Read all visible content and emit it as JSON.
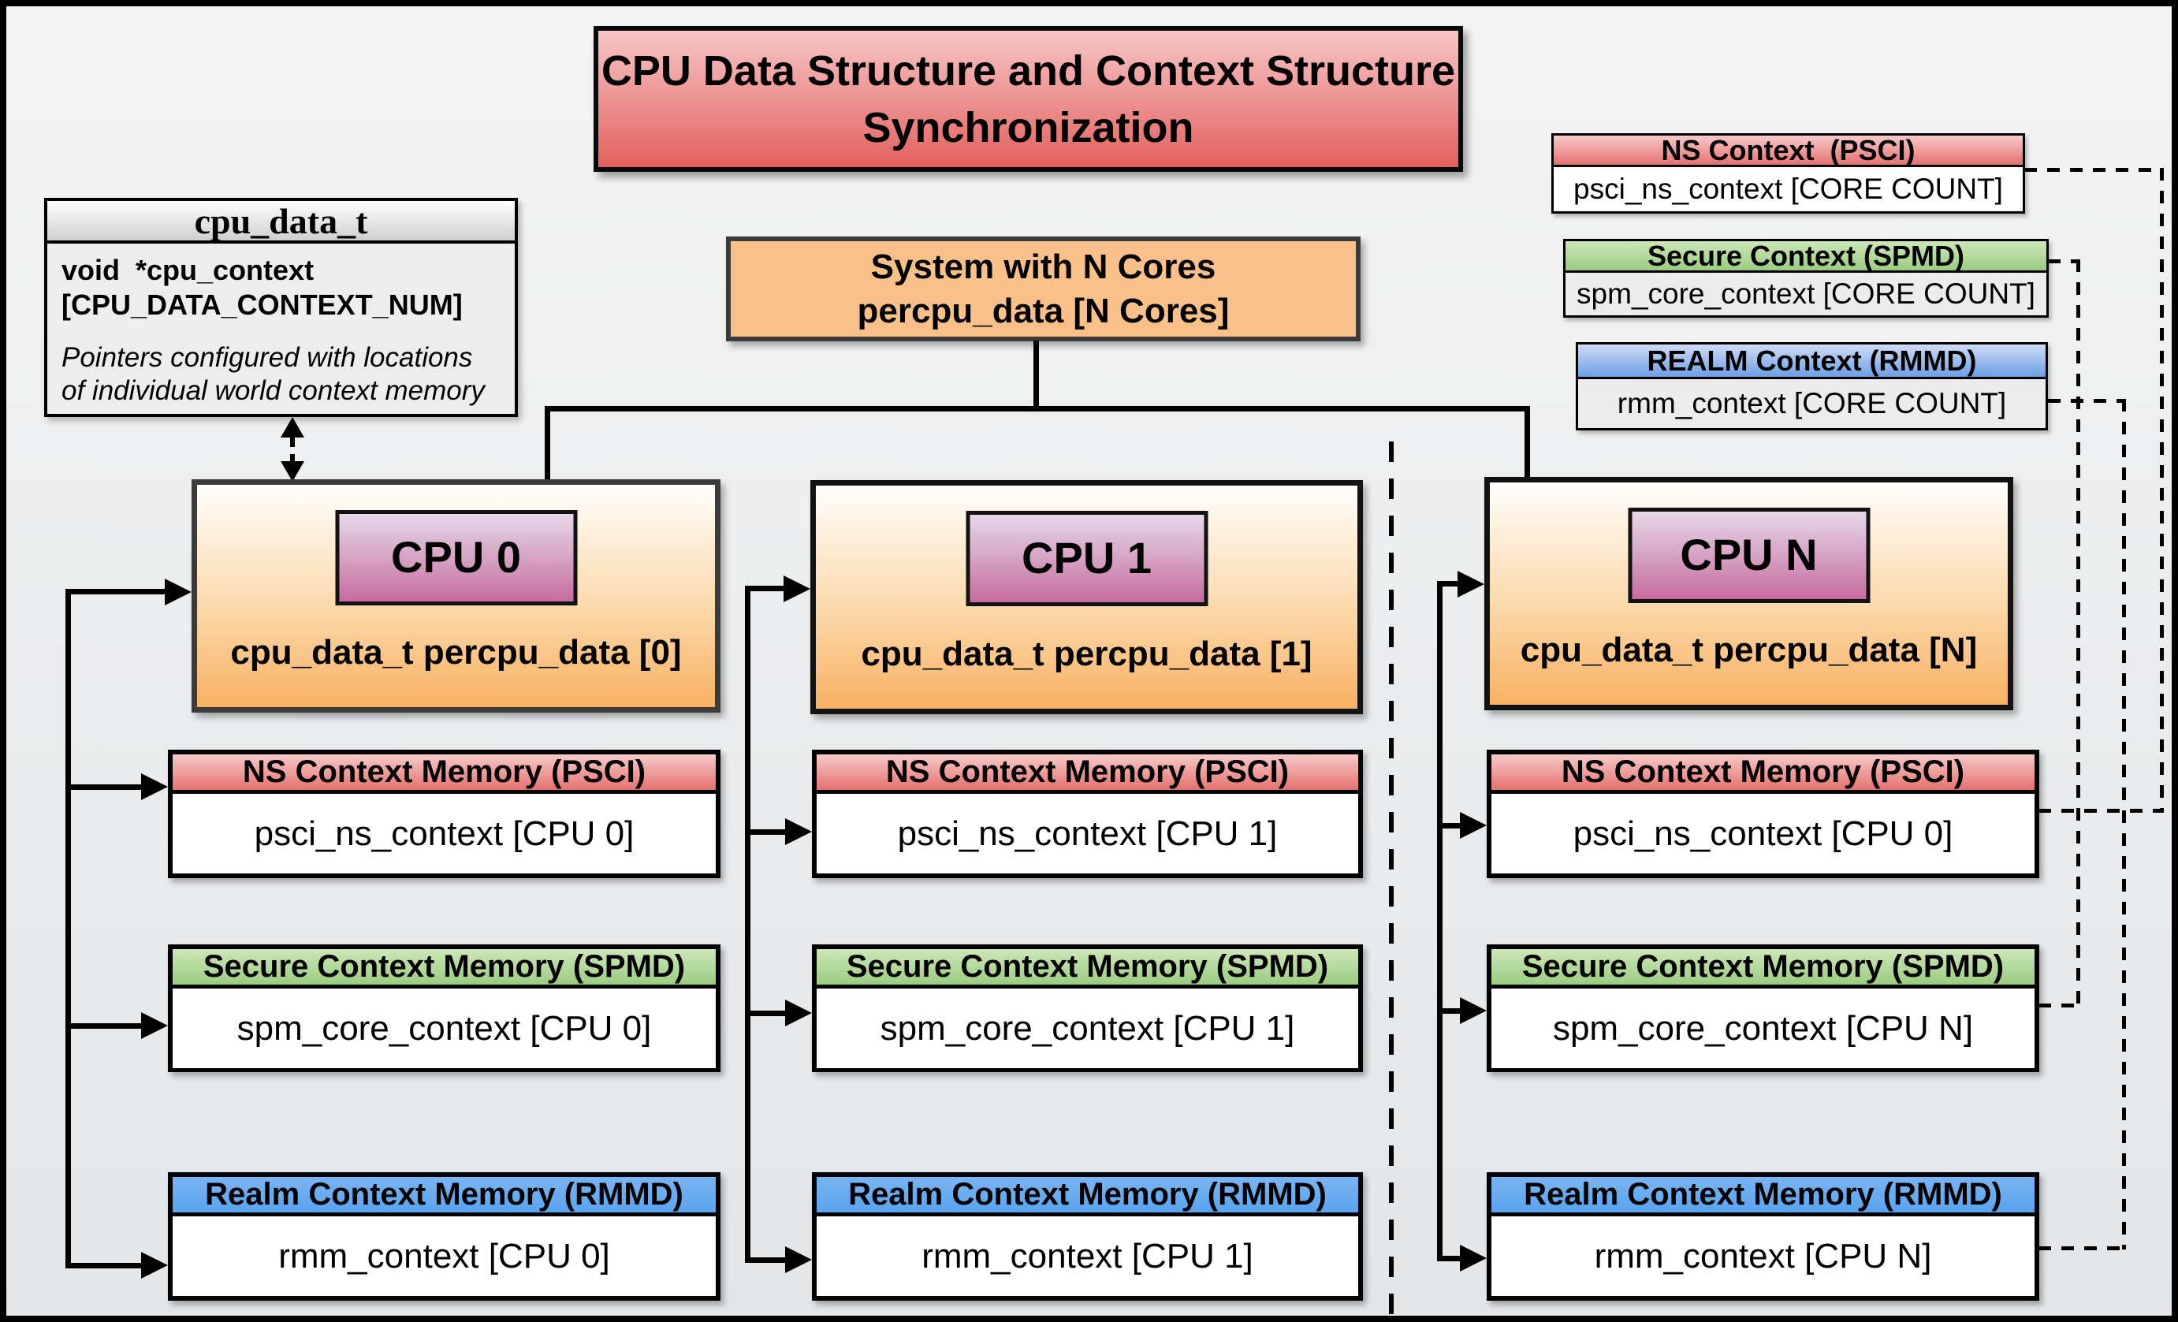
{
  "title": {
    "line1": "CPU Data Structure and Context Structure",
    "line2": "Synchronization"
  },
  "struct_box": {
    "header": "cpu_data_t",
    "field_line1": "void  *cpu_context",
    "field_line2": "[CPU_DATA_CONTEXT_NUM]",
    "note": "Pointers configured with locations of individual world context memory"
  },
  "system_box": {
    "line1": "System with N Cores",
    "line2": "percpu_data [N Cores]"
  },
  "legend": [
    {
      "id": "psci",
      "title": "NS Context  (PSCI)",
      "body": "psci_ns_context [CORE COUNT]"
    },
    {
      "id": "spmd",
      "title": "Secure Context (SPMD)",
      "body": "spm_core_context [CORE COUNT]"
    },
    {
      "id": "rmmd",
      "title": "REALM Context (RMMD)",
      "body": "rmm_context [CORE COUNT]"
    }
  ],
  "columns": [
    {
      "cpu": "CPU 0",
      "data_label": "cpu_data_t percpu_data [0]",
      "ns_title": "NS Context Memory (PSCI)",
      "ns_body": "psci_ns_context [CPU 0]",
      "sec_title": "Secure Context Memory (SPMD)",
      "sec_body": "spm_core_context [CPU 0]",
      "realm_title": "Realm Context Memory (RMMD)",
      "realm_body": "rmm_context [CPU 0]"
    },
    {
      "cpu": "CPU 1",
      "data_label": "cpu_data_t percpu_data [1]",
      "ns_title": "NS Context Memory (PSCI)",
      "ns_body": "psci_ns_context [CPU 1]",
      "sec_title": "Secure Context Memory (SPMD)",
      "sec_body": "spm_core_context [CPU 1]",
      "realm_title": "Realm Context Memory (RMMD)",
      "realm_body": "rmm_context [CPU 1]"
    },
    {
      "cpu": "CPU N",
      "data_label": "cpu_data_t percpu_data [N]",
      "ns_title": "NS Context Memory (PSCI)",
      "ns_body": "psci_ns_context [CPU 0]",
      "sec_title": "Secure Context Memory (SPMD)",
      "sec_body": "spm_core_context [CPU N]",
      "realm_title": "Realm Context Memory (RMMD)",
      "realm_body": "rmm_context [CPU N]"
    }
  ],
  "colors": {
    "bg_top": "#f4f4f4",
    "bg_bottom": "#e3e5e7",
    "title_top": "#f7c6c6",
    "title_bottom": "#e2615e",
    "red_top": "#f8caca",
    "red_bottom": "#e4716e",
    "green_top": "#cde7b9",
    "green_bottom": "#9bcc80",
    "blue_top": "#7ab4f2",
    "blue_bottom": "#58a4ef",
    "blue_legend_top": "#cfdcf5",
    "blue_legend_bottom": "#6c9fe6",
    "orange": "#f9c189",
    "cpu_top": "#fffefc",
    "cpu_bottom": "#f8b163",
    "badge_top": "#e6d7e8",
    "badge_bottom": "#c76b9e",
    "gray_top": "#ffffff",
    "gray_bottom": "#cfcfcf"
  }
}
